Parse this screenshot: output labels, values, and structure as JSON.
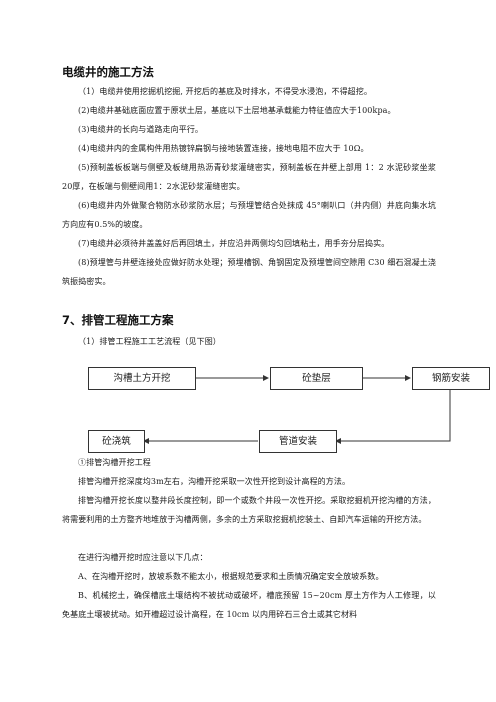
{
  "section1": {
    "title": "电缆井的施工方法",
    "items": [
      "（1）电缆井使用挖掘机挖掘, 开挖后的基底及时排水，不得受水浸泡，不得超挖。",
      "(2)电缆井基础底面应置于原状土层，基底以下土层地基承载能力特征值应大于100kpa。",
      "(3)电缆井的长向与道路走向平行。",
      "(4)电缆井内的金属构件用热镀锌扁钢与接地装置连接，接地电阻不应大于 10Ω。",
      "(5)预制盖板板端与侧壁及板缝用热沥青砂浆灌缝密实，预制盖板在井壁上部用 1：2 水泥砂浆坐浆20厚，在板端与侧壁间用1：2水泥砂浆灌缝密实。",
      "(6)电缆井内外做聚合物防水砂浆防水层；与预埋管结合处抹成 45°喇叭口（井内侧）井底向集水坑方向应有0.5%的坡度。",
      "(7)电缆井必须待井盖盖好后再回填土，并应沿井两侧均匀回填粘土，用手夯分层捣实。",
      "(8)预埋管与井壁连接处应做好防水处理；预埋槽钢、角钢固定及预埋管间空隙用 C30 细石混凝土浇筑振捣密实。"
    ]
  },
  "section2": {
    "title": "7、排管工程施工方案",
    "intro": "（1）排管工程施工工艺流程（见下图）",
    "flow": {
      "step1": "沟槽土方开挖",
      "step2": "砼垫层",
      "step3": "钢筋安装",
      "step4": "管道安装",
      "step5": "砼浇筑"
    },
    "paragraphs": [
      "①排管沟槽开挖工程",
      "排管沟槽开挖深度均3m左右，沟槽开挖采取一次性开挖到设计高程的方法。",
      "排管沟槽开挖长度以整井段长度控制，即一个或数个井段一次性开挖。采取挖掘机开挖沟槽的方法，将需要利用的土方整齐地堆放于沟槽两侧，多余的土方采取挖掘机挖装土、自卸汽车运输的开挖方法。",
      "在进行沟槽开挖时应注意以下几点：",
      "A、在沟槽开挖时，放坡系数不能太小，根据规范要求和土质情况确定安全放坡系数。",
      "B、机械挖土，确保槽底土壤结构不被扰动或破坏，槽底预留 15~20cm 厚土方作为人工修理，以免基底土壤被扰动。如开槽超过设计高程，在 10cm 以内用碎石三合土或其它材料"
    ]
  }
}
